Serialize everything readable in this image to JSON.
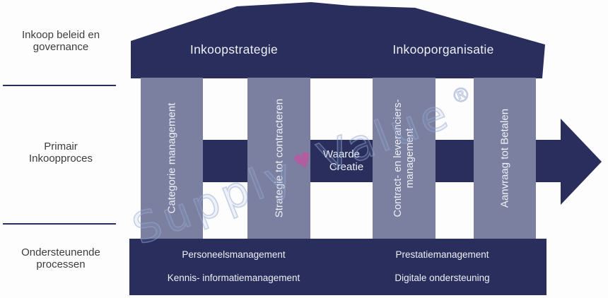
{
  "colors": {
    "navy": "#292e5c",
    "pillar_gray": "#7b80a1",
    "text_light": "#eef0f6",
    "label_dark": "#3c3c3c",
    "watermark_blue": "#96a8d0",
    "watermark_pink": "#c8509e",
    "background": "#fdfdfe"
  },
  "left_panel": {
    "rows": [
      {
        "line1": "Inkoop beleid en",
        "line2": "governance"
      },
      {
        "line1": "Primair",
        "line2": "Inkoopproces"
      },
      {
        "line1": "Ondersteunende",
        "line2": "processen"
      }
    ]
  },
  "roof": {
    "left_label": "Inkoopstrategie",
    "right_label": "Inkooporganisatie"
  },
  "pillars": [
    {
      "label": "Categorie management"
    },
    {
      "label": "Strategie tot contracteren"
    },
    {
      "line1": "Contract- en leveranciers-",
      "line2": "management"
    },
    {
      "label": "Aanvraag tot Betalen"
    }
  ],
  "arrow": {
    "value_box": {
      "line1": "Waarde",
      "line2": "Creatie"
    }
  },
  "foundation": {
    "cells": [
      [
        "Personeelsmanagement",
        "Prestatiemanagement"
      ],
      [
        "Kennis- informatiemanagement",
        "Digitale ondersteuning"
      ]
    ]
  },
  "watermark": {
    "word1": "Supply",
    "mark": "♥",
    "word2": "Value",
    "registered": "®"
  }
}
